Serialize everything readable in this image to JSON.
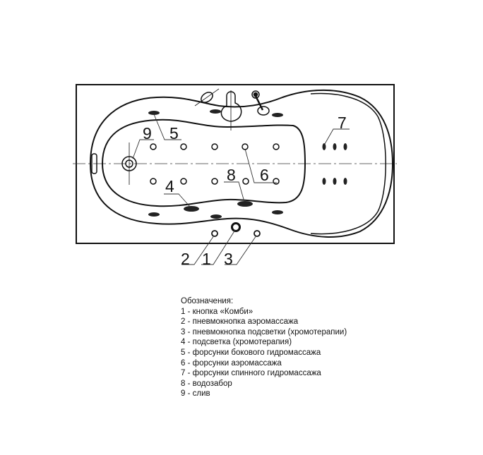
{
  "callouts": {
    "l1": "1",
    "l2": "2",
    "l3": "3",
    "l4": "4",
    "l5": "5",
    "l6": "6",
    "l7": "7",
    "l8": "8",
    "l9": "9"
  },
  "legend": {
    "title": "Обозначения:",
    "items": [
      "1 - кнопка «Комби»",
      "2 - пневмокнопка аэромассажа",
      "3 - пневмокнопка подсветки (хромотерапии)",
      "4 - подсветка (хромотерапия)",
      "5 - форсунки бокового гидромассажа",
      "6 - форсунки аэромассажа",
      "7 - форсунки спинного гидромассажа",
      "8 - водозабор",
      "9 - слив"
    ]
  }
}
